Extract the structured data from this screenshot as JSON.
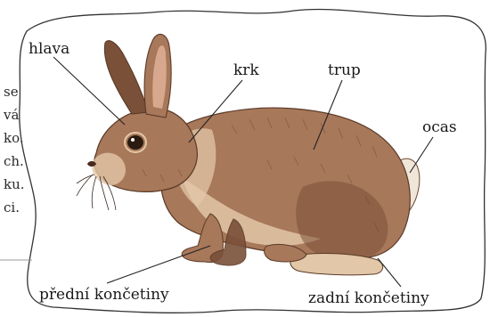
{
  "labels": {
    "head": "hlava",
    "neck": "krk",
    "trunk": "trup",
    "tail": "ocas",
    "front_limbs": "přední končetiny",
    "hind_limbs": "zadní končetiny"
  },
  "side_text_fragments": [
    "se",
    "vá",
    "ko.",
    "ch.",
    "ku.",
    "ci."
  ],
  "colors": {
    "fur_main": "#a8785a",
    "fur_dark": "#7a5038",
    "fur_light": "#e2c7a8",
    "tail_light": "#f0e6d8",
    "outline": "#2a2a2a"
  }
}
